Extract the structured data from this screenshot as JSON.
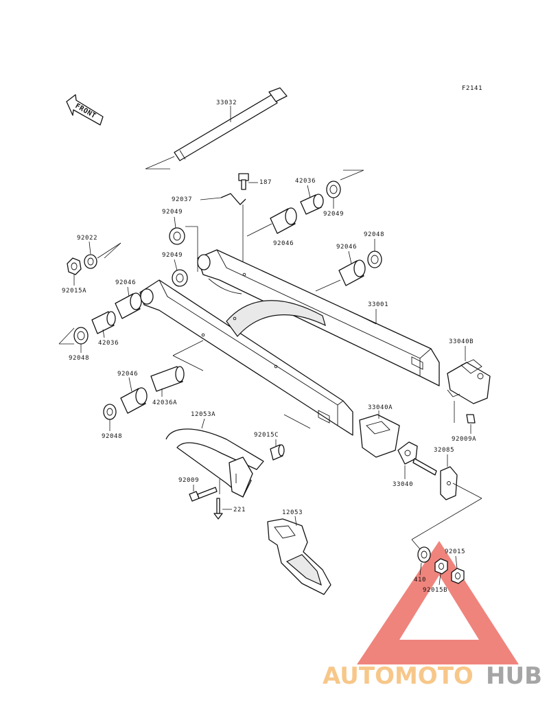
{
  "diagram": {
    "code": "F2141",
    "front_arrow": "FRONT",
    "labels": {
      "p33032": "33032",
      "p187": "187",
      "p92037": "92037",
      "p42036_top": "42036",
      "p92049_top": "92049",
      "p92049_a": "92049",
      "p92049_b": "92049",
      "p92046_top": "92046",
      "p92046_right": "92046",
      "p92048_right": "92048",
      "p92022": "92022",
      "p92015A": "92015A",
      "p92046_left": "92046",
      "p42036_left": "42036",
      "p92048_left": "92048",
      "p33001": "33001",
      "p33040B": "33040B",
      "p92009A": "92009A",
      "p92046_low": "92046",
      "p42036A": "42036A",
      "p92048_low": "92048",
      "p12053A": "12053A",
      "p92015C": "92015C",
      "p33040A": "33040A",
      "p32085": "32085",
      "p33040": "33040",
      "p92009": "92009",
      "p221": "221",
      "p12053": "12053",
      "p92015": "92015",
      "p410": "410",
      "p92015B": "92015B"
    }
  },
  "watermark": {
    "text_left": "AUTOMOTO",
    "text_right": "HUB",
    "color_left": "#f6b86a",
    "color_right": "#8c8c8c",
    "triangle_color": "#e8473c"
  }
}
